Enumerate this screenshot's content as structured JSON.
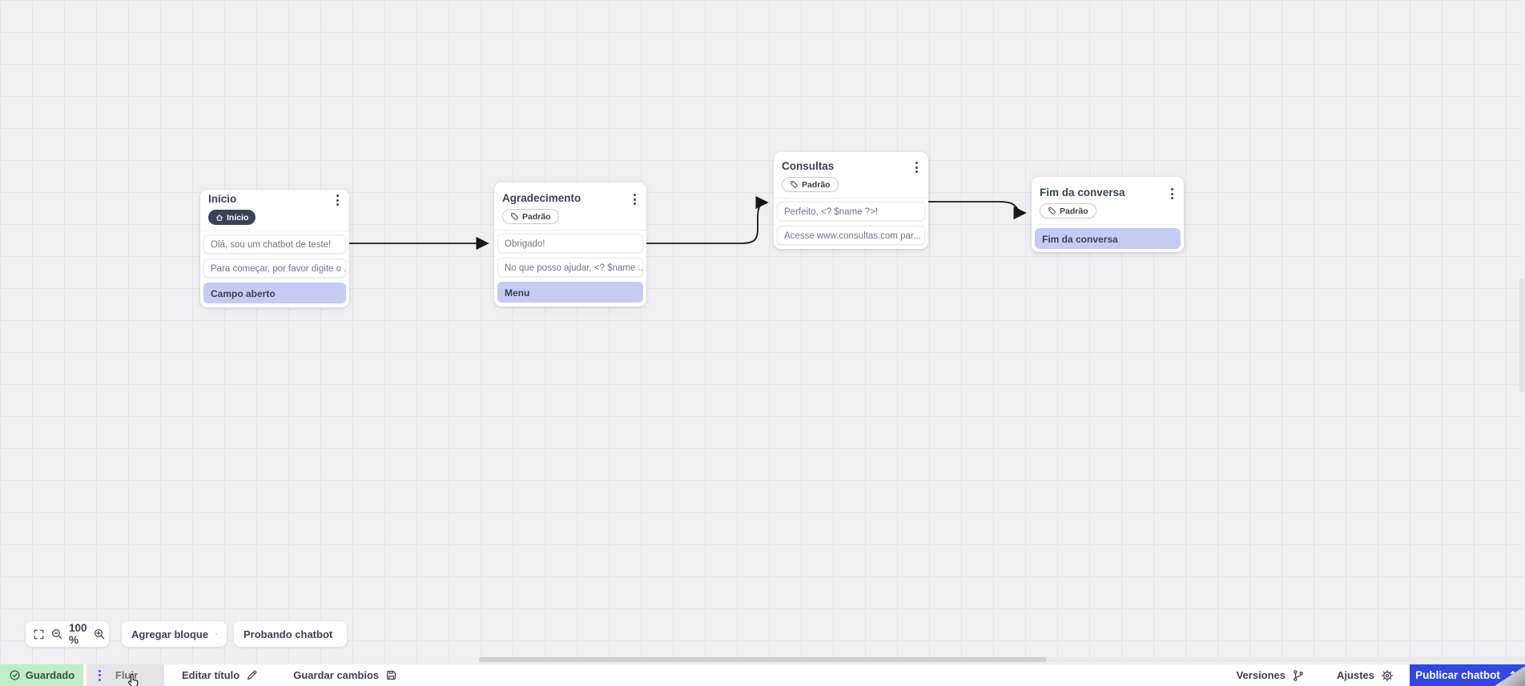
{
  "canvas": {
    "nodes": [
      {
        "title": "Início",
        "badge": "Início",
        "messages": [
          "Olá, sou um chatbot de teste!",
          "Para começar, por favor digite o ...",
          "Campo aberto"
        ]
      },
      {
        "title": "Agradecimento",
        "badge": "Padrão",
        "messages": [
          "Obrigado!",
          "No que posso ajudar, <? $name ...",
          "Menu"
        ]
      },
      {
        "title": "Consultas",
        "badge": "Padrão",
        "messages": [
          "Perfeito, <? $name ?>!",
          "Acesse www.consultas.com par..."
        ]
      },
      {
        "title": "Fim da conversa",
        "badge": "Padrão",
        "messages": [
          "Fim da conversa"
        ]
      }
    ]
  },
  "toolbar": {
    "zoom_level": "100 %",
    "add_block": "Agregar bloque",
    "test_chatbot": "Probando chatbot"
  },
  "statusbar": {
    "saved": "Guardado",
    "flow_tab": "Fluir",
    "edit_title": "Editar título",
    "save_changes": "Guardar cambios",
    "versions": "Versiones",
    "settings": "Ajustes",
    "publish": "Publicar chatbot"
  },
  "colors": {
    "accent_blue": "#3347e1",
    "saved_green_bg": "#bdeec5",
    "action_purple": "#c5cbf2",
    "badge_dark": "#3b4256"
  }
}
